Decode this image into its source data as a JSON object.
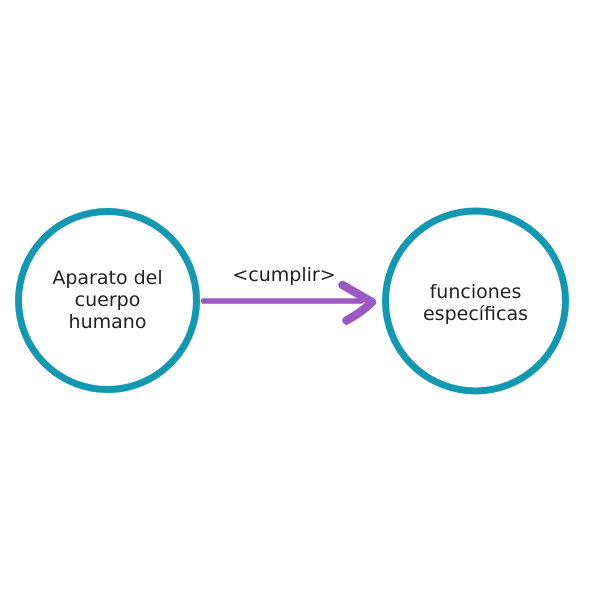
{
  "diagram": {
    "background_color": "#ffffff",
    "node_border_color": "#1299b1",
    "node_fill_color": "#ffffff",
    "arrow_color": "#9c58c3",
    "text_color": "#1f1f1f",
    "nodes": [
      {
        "id": "left-node",
        "label": "Aparato del\ncuerpo\nhumano"
      },
      {
        "id": "right-node",
        "label": "funciones\nespecíficas"
      }
    ],
    "edge": {
      "from": "left-node",
      "to": "right-node",
      "label": "<cumplir>"
    }
  }
}
